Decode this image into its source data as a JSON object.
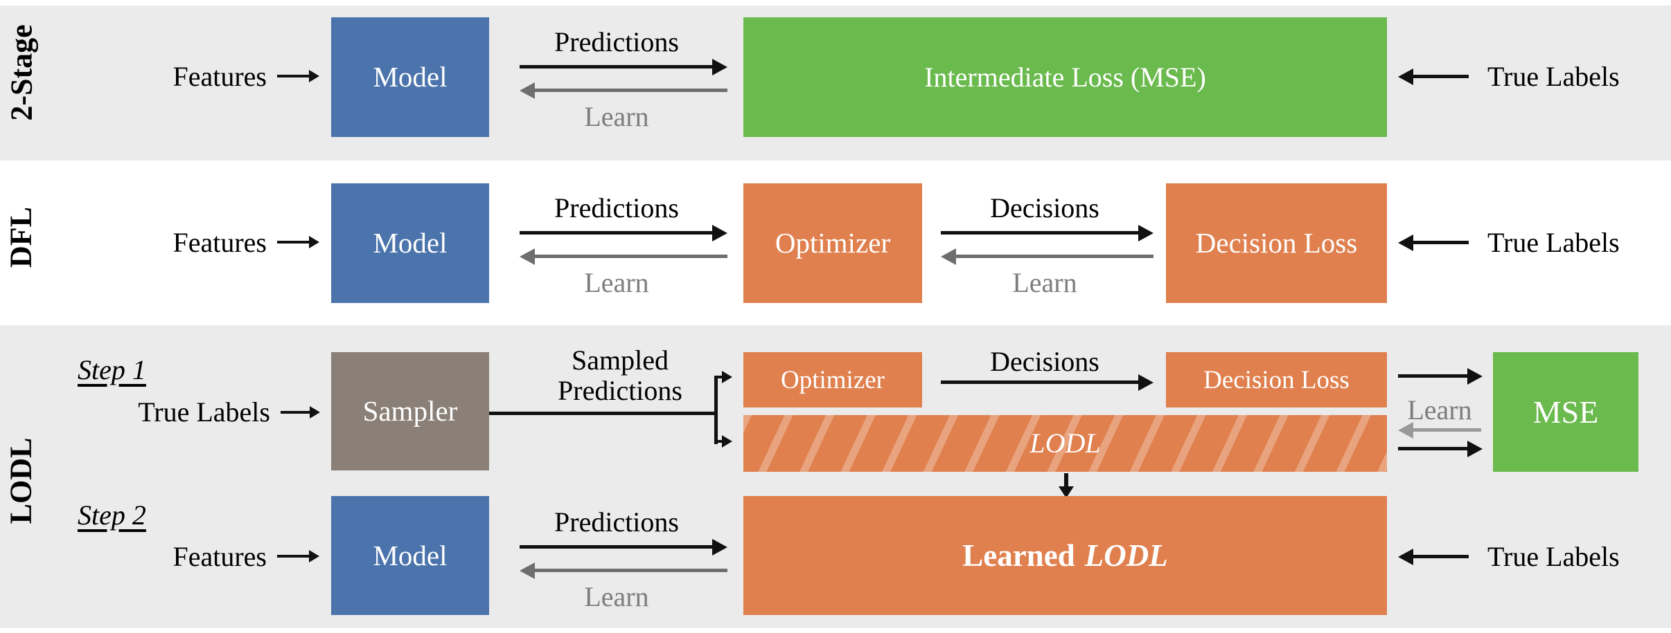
{
  "colors": {
    "blue": "#4B73AC",
    "green": "#6BBA4E",
    "orange": "#E0804E",
    "sampler": "#8A8077",
    "band": "#EBEBEB",
    "ink": "#111111",
    "learn_gray": "#7D7D7D",
    "arrow_gray": "#6E6E6E",
    "arrow_gray_light": "#999999"
  },
  "row_2stage": {
    "label": "2-Stage",
    "features": "Features",
    "model": "Model",
    "predictions": "Predictions",
    "learn": "Learn",
    "loss_box": "Intermediate Loss (MSE)",
    "true_labels": "True Labels"
  },
  "row_dfl": {
    "label": "DFL",
    "features": "Features",
    "model": "Model",
    "predictions": "Predictions",
    "learn_pred": "Learn",
    "optimizer": "Optimizer",
    "decisions": "Decisions",
    "learn_dec": "Learn",
    "decision_loss": "Decision Loss",
    "true_labels": "True Labels"
  },
  "row_lodl": {
    "label": "LODL",
    "step1": {
      "step_label": "Step 1",
      "true_labels": "True Labels",
      "sampler": "Sampler",
      "sampled_line1": "Sampled",
      "sampled_line2": "Predictions",
      "optimizer": "Optimizer",
      "decisions": "Decisions",
      "decision_loss": "Decision Loss",
      "lodl": "LODL",
      "learn": "Learn",
      "mse": "MSE"
    },
    "step2": {
      "step_label": "Step 2",
      "features": "Features",
      "model": "Model",
      "predictions": "Predictions",
      "learn": "Learn",
      "learned_prefix": "Learned",
      "learned_name": "LODL",
      "true_labels": "True Labels"
    }
  }
}
